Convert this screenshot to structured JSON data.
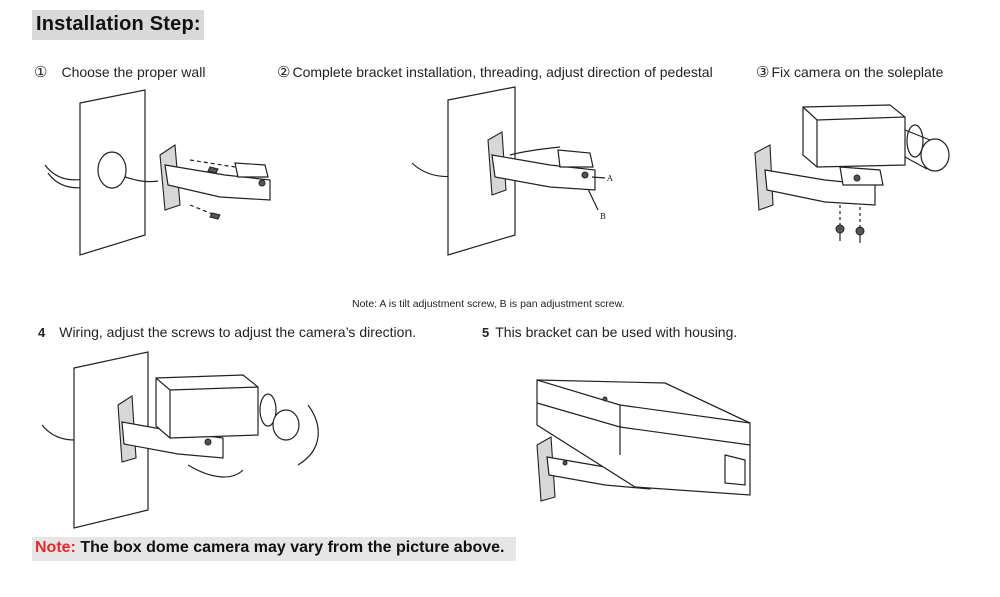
{
  "header": {
    "title": "Installation Step:"
  },
  "steps": [
    {
      "number": "①",
      "label": "Choose the proper wall"
    },
    {
      "number": "②",
      "label": "Complete bracket installation, threading, adjust direction of pedestal"
    },
    {
      "number": "③",
      "label": "Fix camera on the soleplate"
    },
    {
      "number": "4",
      "label": "Wiring, adjust the screws to adjust the camera’s direction."
    },
    {
      "number": "5",
      "label": "This bracket can be used with housing."
    }
  ],
  "figure_labels": {
    "a": "A",
    "b": "B"
  },
  "note_small": "Note: A is tilt adjustment screw, B is pan adjustment screw.",
  "footer": {
    "prefix": "Note:",
    "text": "The box dome camera may vary from the picture above.",
    "prefix_color": "#e8292b"
  },
  "icons": [
    "wall-bracket-illustration",
    "camera-illustration",
    "housing-illustration",
    "screw-icon",
    "rotation-arrow-icon"
  ]
}
